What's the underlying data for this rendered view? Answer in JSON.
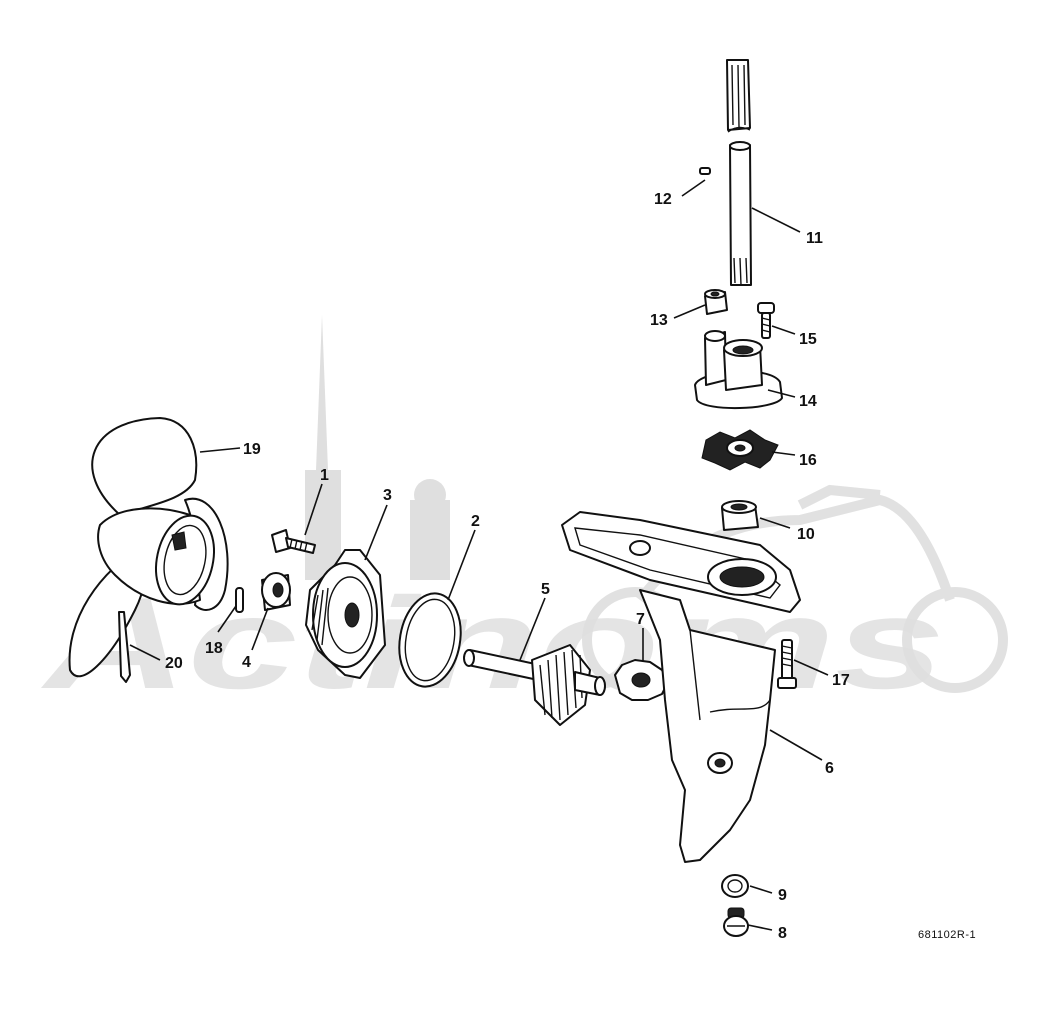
{
  "diagram": {
    "reference_code": "681102R-1",
    "watermark_text": "Actinoms",
    "callouts": [
      {
        "id": "1",
        "label": "1"
      },
      {
        "id": "2",
        "label": "2"
      },
      {
        "id": "3",
        "label": "3"
      },
      {
        "id": "4",
        "label": "4"
      },
      {
        "id": "5",
        "label": "5"
      },
      {
        "id": "6",
        "label": "6"
      },
      {
        "id": "7",
        "label": "7"
      },
      {
        "id": "8",
        "label": "8"
      },
      {
        "id": "9",
        "label": "9"
      },
      {
        "id": "10",
        "label": "10"
      },
      {
        "id": "11",
        "label": "11"
      },
      {
        "id": "12",
        "label": "12"
      },
      {
        "id": "13",
        "label": "13"
      },
      {
        "id": "14",
        "label": "14"
      },
      {
        "id": "15",
        "label": "15"
      },
      {
        "id": "16",
        "label": "16"
      },
      {
        "id": "17",
        "label": "17"
      },
      {
        "id": "18",
        "label": "18"
      },
      {
        "id": "19",
        "label": "19"
      },
      {
        "id": "20",
        "label": "20"
      }
    ]
  }
}
